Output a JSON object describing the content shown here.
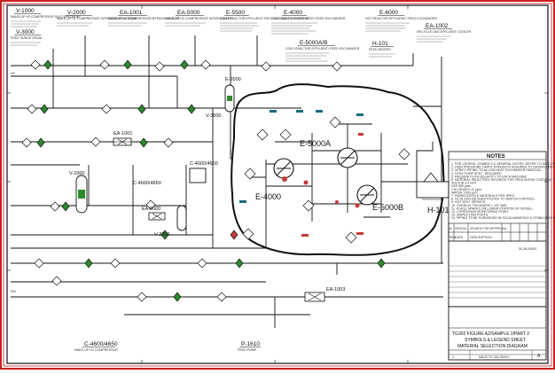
{
  "colors": {
    "border_red": "#cc1f1f",
    "ink": "#111111",
    "green_fill": "#2c8a2c",
    "teal_instr": "#1b6a7a",
    "red_instr": "#c33a3a"
  },
  "equipment_tags": {
    "v1000": {
      "tag": "V-1000",
      "desc": "MAKE-UP H2 COMPRESSOR\nSUCTION DRUM"
    },
    "v2000": {
      "tag": "V-2000",
      "desc": "MAKE-UP H2 COMPRESSOR\nINTERSTAGE KO DRUM"
    },
    "ea1001": {
      "tag": "EA-1001",
      "desc": "MAKE-UP H2 COMPRESSOR\nBYPASS COOLER"
    },
    "ea5000": {
      "tag": "EA-5000",
      "desc": "MAKE-UP H2 COMPRESSOR\nINTERCOOLER"
    },
    "e5500": {
      "tag": "E-5500",
      "desc": "COLD REACTOR EFFLUENT/\nRECYCLE GAS EXCHANGER"
    },
    "e4000": {
      "tag": "E-4000",
      "desc": "COLD REACTOR EFFLUENT/\nFEED EXCHANGER"
    },
    "e5000ab": {
      "tag": "E-5000A/B",
      "desc": "COLD REACTOR EFFLUENT/\nFEED EXCHANGER"
    },
    "h101": {
      "tag": "H-101",
      "desc": "FEED HEATER"
    },
    "e6000": {
      "tag": "E-6000",
      "desc": "HOT REACTOR EFFLUENT/\nFEED EXCHANGER"
    },
    "ea1002": {
      "tag": "EA-1002",
      "desc": "RECYCLE GAS EFFLUENT\nCOOLER"
    },
    "v3000": {
      "tag": "V-3000",
      "desc": "FEED SURGE DRUM"
    },
    "c4600": {
      "tag": "C-4600/4650",
      "desc": "MAKE-UP H2 COMPRESSOR"
    },
    "p1610": {
      "tag": "P-1610",
      "desc": "FEED PUMP"
    }
  },
  "diagram_labels": {
    "v1000": "V-1000",
    "ea1001": "EA-1001",
    "ea5000": "EA-5000",
    "v3000": "V-3000",
    "v2000": "V-2000",
    "c4600a": "C-4600/4650",
    "c4600b": "C-4600/4650",
    "e5500": "E-5500",
    "e4000": "E-4000",
    "e5000a": "E-5000A",
    "e5000b": "E-5000B",
    "h101": "H-101",
    "ea1003": "EA-1003",
    "fan_lbl": "EA-1001"
  },
  "notes": {
    "title": "NOTES",
    "items": [
      "1. FOR LEGEND, SYMBOLS & GENERAL NOTES, REFER TO DWG. NO.",
      "2. HIGH PRESSURE LIMITS STRENGTH ASSURED TO DESIGN PRESSURE.",
      "3. VERIFY PIPING TO ALLOW HEAT EXCHANGER REMOVAL.",
      "4. FEED PUMP SPEC. REQUIRED.",
      "5. REQUIRE FLOW EQUALITY TO EACH MACHINE.",
      "6. MATERIAL SELECTION: RECHECK THE FEED BLEND CONTAINS THE FOLLOWING:",
      "SULFUR 0.4 wt%",
      "H2S 500 ppm",
      "CHLORIDES 10 ppm",
      "WATER 1000 ppm",
      "7. FABRICATION & MATERIALS PER SPEC.",
      "8. H2 IN SWS BE SUBSTITUTED TO SWITCH CONTROL.",
      "9. HOT BOLT SERVICE.",
      "10. OVERLAY THICKNESS = 1/8\" MIN.",
      "11. PLACE SPARES ON LOWER PORTION OF VESSEL.",
      "12. CORROSION MONITORING POINT.",
      "13. INSPECTION PORTS.",
      "14. PIPING TO BE FURNISHED IN SOLID MANIFOLD & STABILIZED HEAT FLUX."
    ]
  },
  "revision": {
    "row1": {
      "rev": "A",
      "date": "09/11/01",
      "desc": "ISSUED FOR APPROVAL"
    },
    "row2": {
      "rev": "REV",
      "date": "DATE",
      "desc": "DESCRIPTION"
    }
  },
  "title_block": {
    "dwg_no_small": "30-36-00001",
    "line1": "TG302 FIGURE A2/SAMPLE 2/PART 2",
    "line2": "SYMBOLS & LEGEND SHEET",
    "line3": "MATERIAL SELECTION DIAGRAM",
    "nace": "NACE TG 302-00001",
    "rev_box": "A",
    "sheet": "1"
  },
  "stream_labels": {
    "hf": "HF",
    "sw": "SW"
  }
}
